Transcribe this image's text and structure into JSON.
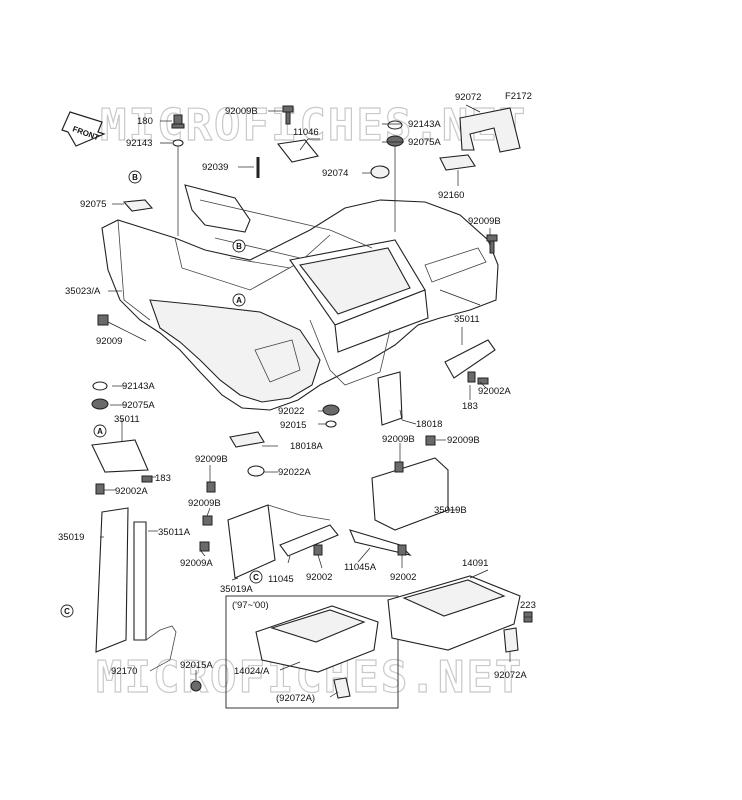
{
  "figure_code": "F2172",
  "front_label": "FRONT",
  "watermark": "MICROFICHES.NET",
  "note": "('97~'00)",
  "circle_refs": [
    "A",
    "B",
    "C"
  ],
  "labels": [
    "92009B",
    "180",
    "92143",
    "11046",
    "92039",
    "92075",
    "35023/A",
    "92009",
    "92072",
    "92143A",
    "92075A",
    "92074",
    "92160",
    "92009B",
    "35011",
    "92002A",
    "183",
    "92143A",
    "92075A",
    "35011",
    "183",
    "92002A",
    "92022",
    "92015",
    "18018A",
    "92022A",
    "18018",
    "92009B",
    "92009B",
    "35019B",
    "92009B",
    "92009B",
    "92009A",
    "35019A",
    "11045",
    "92002",
    "11045A",
    "92002",
    "35019",
    "35011A",
    "92170",
    "92015A",
    "14024/A",
    "(92072A)",
    "14091",
    "223",
    "92072A"
  ]
}
